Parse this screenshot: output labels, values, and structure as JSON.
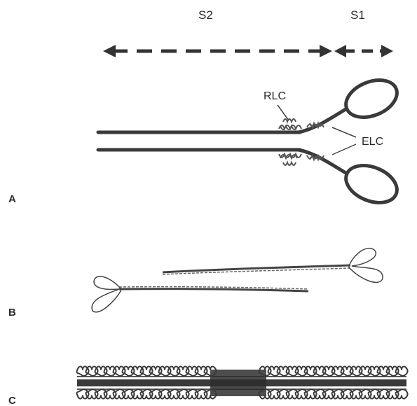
{
  "segments": {
    "s2": "S2",
    "s1": "S1"
  },
  "annotations": {
    "rlc": "RLC",
    "elc": "ELC"
  },
  "panels": {
    "a": "A",
    "b": "B",
    "c": "C"
  },
  "colors": {
    "ink": "#3a3a3a",
    "light": "#555555",
    "background": "#ffffff"
  }
}
